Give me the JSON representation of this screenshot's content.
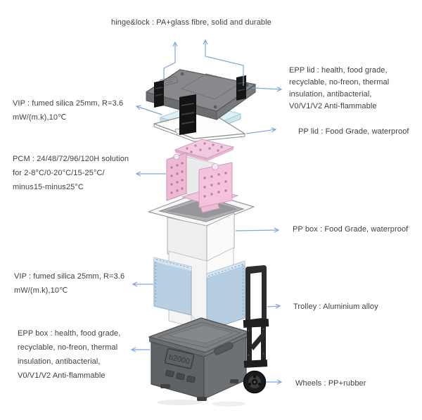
{
  "page": {
    "background": "#ffffff"
  },
  "diagram": {
    "type": "exploded-view",
    "arrow_color": "#7ea6e0",
    "text_color": "#3e3f41",
    "marking": "b2000",
    "callouts": [
      {
        "id": "hinge-lock",
        "text": "hinge&lock : PA+glass fibre, solid and durable"
      },
      {
        "id": "epp-lid",
        "text": "EPP lid : health, food grade,\nrecyclable, no-freon, thermal\ninsulation, antibacterial,\nV0/V1/V2 Anti-flammable"
      },
      {
        "id": "vip-top",
        "text": "VIP : fumed silica 25mm, R=3.6\nmW/(m.k),10℃"
      },
      {
        "id": "pp-lid",
        "text": "PP lid : Food Grade, waterproof"
      },
      {
        "id": "pcm",
        "text": "PCM : 24/48/72/96/120H solution\nfor 2-8°C/0-20°C/15-25°C/\nminus15-minus25°C"
      },
      {
        "id": "pp-box",
        "text": "PP box : Food Grade, waterproof"
      },
      {
        "id": "vip-bottom",
        "text": "VIP : fumed silica 25mm, R=3.6\nmW/(m.k),10℃"
      },
      {
        "id": "trolley",
        "text": "Trolley : Aluminium alloy"
      },
      {
        "id": "epp-box",
        "text": "EPP box : health, food grade,\nrecyclable, no-freon, thermal\ninsulation, antibacterial,\nV0/V1/V2 Anti-flammable"
      },
      {
        "id": "wheels",
        "text": "Wheels : PP+rubber"
      }
    ]
  }
}
